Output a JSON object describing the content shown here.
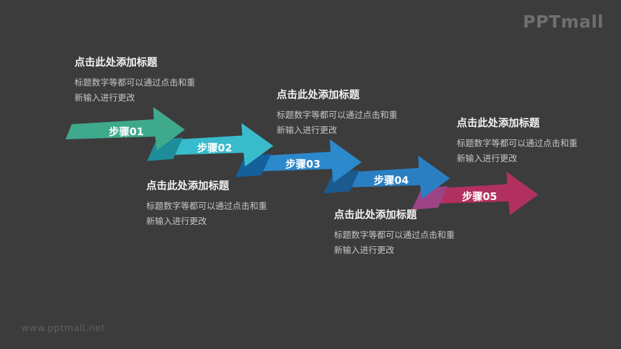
{
  "slide": {
    "background": "#3c3c3c"
  },
  "logo": {
    "text": "PPTmall",
    "color": "#6f6f6f"
  },
  "watermark": {
    "text": "www.pptmall.net",
    "color": "#606060"
  },
  "steps": [
    {
      "label": "步骤01",
      "color": "#3FA98C",
      "overlap_color": null
    },
    {
      "label": "步骤02",
      "color": "#38BCCC",
      "overlap_color": "#1D8E99"
    },
    {
      "label": "步骤03",
      "color": "#2B89CC",
      "overlap_color": "#14609B"
    },
    {
      "label": "步骤04",
      "color": "#2A7FC2",
      "overlap_color": "#1A5A8F"
    },
    {
      "label": "步骤05",
      "color": "#B23060",
      "overlap_color": "#9C4386"
    }
  ],
  "title_blocks": [
    {
      "anchor": "above-step-01",
      "title": "点击此处添加标题",
      "line1": "标题数字等都可以通过点击和重",
      "line2": "新输入进行更改"
    },
    {
      "anchor": "below-step-02",
      "title": "点击此处添加标题",
      "line1": "标题数字等都可以通过点击和重",
      "line2": "新输入进行更改"
    },
    {
      "anchor": "above-step-03",
      "title": "点击此处添加标题",
      "line1": "标题数字等都可以通过点击和重",
      "line2": "新输入进行更改"
    },
    {
      "anchor": "below-step-04",
      "title": "点击此处添加标题",
      "line1": "标题数字等都可以通过点击和重",
      "line2": "新输入进行更改"
    },
    {
      "anchor": "above-step-05",
      "title": "点击此处添加标题",
      "line1": "标题数字等都可以通过点击和重",
      "line2": "新输入进行更改"
    }
  ]
}
